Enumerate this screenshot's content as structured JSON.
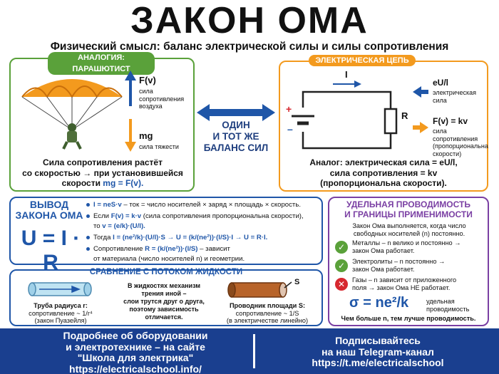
{
  "header": {
    "title": "ЗАКОН ОМА",
    "subtitle": "Физический смысл: баланс электрической силы и силы сопротивления"
  },
  "analogy": {
    "tag": "АНАЛОГИЯ: ПАРАШЮТИСТ",
    "force_up_label": "F(v)",
    "force_up_desc": [
      "сила",
      "сопротивления",
      "воздуха"
    ],
    "force_down_label": "mg",
    "force_down_desc": "сила тяжести",
    "caption": [
      "Сила сопротивления растёт",
      "со скоростью → при установившейся",
      "скорости"
    ],
    "caption_formula": "mg = F(v)."
  },
  "center": {
    "text": [
      "ОДИН",
      "И ТОТ ЖЕ",
      "БАЛАНС СИЛ"
    ]
  },
  "circuit": {
    "tag": "ЭЛЕКТРИЧЕСКАЯ ЦЕПЬ",
    "current_label": "I",
    "plus": "+",
    "minus": "–",
    "resistor_label": "R",
    "force_up_label": "eU/l",
    "force_up_desc": [
      "электрическая",
      "сила"
    ],
    "force_down_label": "F(v) = kv",
    "force_down_desc": [
      "сила",
      "сопротивления",
      "(пропорциональна",
      "скорости)"
    ],
    "caption": [
      "Аналог: электрическая сила = eU/l,",
      "сила сопротивления = kv",
      "(пропорциональна скорости)."
    ]
  },
  "derivation": {
    "title": [
      "ВЫВОД",
      "ЗАКОНА ОМА"
    ],
    "formula": "U = I · R",
    "bullets": [
      {
        "parts": [
          {
            "t": "I = neS·v",
            "b": true
          },
          {
            "t": " – ток = число носителей × заряд × площадь × скорость.",
            "b": false
          }
        ]
      },
      {
        "parts": [
          {
            "t": "Если ",
            "b": false
          },
          {
            "t": "F(v) = k·v",
            "b": true
          },
          {
            "t": " (сила сопротивления пропорциональна скорости),",
            "b": false
          }
        ]
      },
      {
        "parts": [
          {
            "t": "то ",
            "b": false
          },
          {
            "t": "v = (e/k)·(U/l).",
            "b": true
          }
        ]
      },
      {
        "parts": [
          {
            "t": "Тогда ",
            "b": false
          },
          {
            "t": "I = (ne²/k)·(U/l)·S → U = (k/(ne²))·(l/S)·I → U = R·I.",
            "b": true
          }
        ]
      },
      {
        "parts": [
          {
            "t": "Сопротивление ",
            "b": false
          },
          {
            "t": "R = (k/(ne²))·(l/S)",
            "b": true
          },
          {
            "t": " – зависит",
            "b": false
          }
        ]
      },
      {
        "parts": [
          {
            "t": "от материала (число носителей n) и геометрии.",
            "b": false
          }
        ]
      }
    ]
  },
  "fluid": {
    "title": "СРАВНЕНИЕ С ПОТОКОМ ЖИДКОСТИ",
    "tube_caption": [
      "Труба радиуса r:",
      "сопротивление ~ 1/r⁴",
      "(закон Пуазейля)"
    ],
    "middle_text": [
      "В жидкостях механизм",
      "трения иной –",
      "слои трутся друг о друга,",
      "поэтому зависимость",
      "отличается."
    ],
    "wire_label": "S",
    "wire_caption": [
      "Проводник площади S:",
      "сопротивление ~ 1/S",
      "(в электричестве линейно)"
    ]
  },
  "conductivity": {
    "title": [
      "УДЕЛЬНАЯ ПРОВОДИМОСТЬ",
      "И ГРАНИЦЫ ПРИМЕНИМОСТИ"
    ],
    "intro": [
      "Закон Ома выполняется, когда число",
      "свободных носителей (n) постоянно."
    ],
    "items": [
      {
        "status": "ok",
        "icon": "✓",
        "lines": [
          "Металлы – n велико и постоянно →",
          "закон Ома работает."
        ]
      },
      {
        "status": "ok",
        "icon": "✓",
        "lines": [
          "Электролиты – n постоянно →",
          "закон Ома работает."
        ]
      },
      {
        "status": "fail",
        "icon": "✕",
        "lines": [
          "Газы – n зависит от приложенного",
          "поля → закон Ома НЕ работает."
        ]
      }
    ],
    "formula": "σ = ne²/k",
    "formula_desc": [
      "удельная",
      "проводимость"
    ],
    "note": "Чем больше n, тем лучше проводимость."
  },
  "footer": {
    "left": [
      "Подробнее об оборудовании",
      "и электротехнике – на сайте",
      "\"Школа для электрика\"",
      "https://electricalschool.info/"
    ],
    "right": [
      "Подписывайтесь",
      "на наш Telegram-канал",
      "https://t.me/electricalschool"
    ]
  },
  "colors": {
    "blue": "#1f56a8",
    "green": "#5aa13a",
    "orange": "#f39a1e",
    "purple": "#7a3fa3",
    "red": "#d7282f",
    "footer": "#1a3f8f"
  }
}
